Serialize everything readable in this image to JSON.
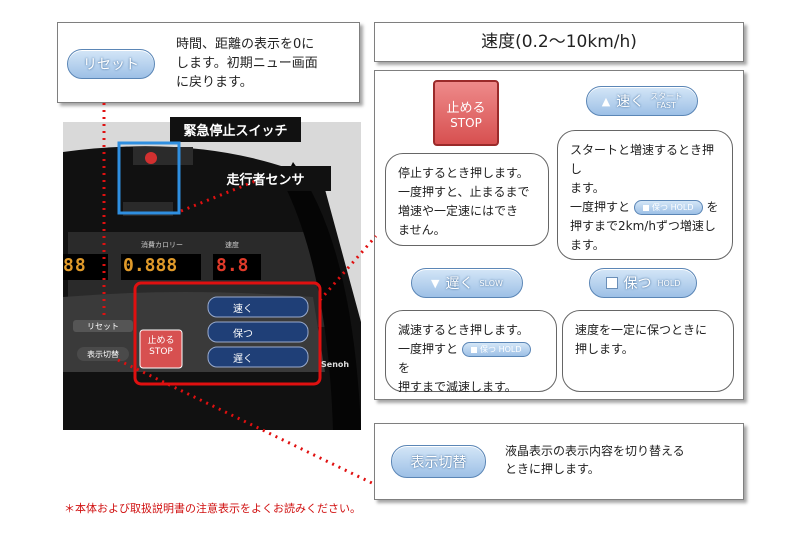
{
  "reset_box": {
    "button_label": "リセット",
    "desc_lines": [
      "時間、距離の表示を0に",
      "します。初期ニュー画面",
      "に戻ります。"
    ]
  },
  "photo_labels": {
    "emergency_stop": "緊急停止スイッチ",
    "runner_sensor": "走行者センサ"
  },
  "speed_panel": {
    "title": "速度(0.2〜10km/h)",
    "stop_button": {
      "line1": "止める",
      "line2": "STOP"
    },
    "fast_button": {
      "label": "速く",
      "sub1": "スタート",
      "sub2": "FAST"
    },
    "slow_button": {
      "label": "遅く",
      "sub": "SLOW"
    },
    "hold_button": {
      "label": "保つ",
      "sub": "HOLD"
    },
    "stop_desc": [
      "停止するとき押します。",
      "一度押すと、止まるまで",
      "増速や一定速にはでき",
      "ません。"
    ],
    "fast_desc_top": [
      "スタートと増速するとき押し",
      "ます。"
    ],
    "fast_desc_pre": "一度押すと",
    "fast_desc_post": "を",
    "fast_desc_bottom": [
      "押すまで2km/hずつ増速し",
      "ます。"
    ],
    "slow_desc_top": "減速するとき押します。",
    "slow_desc_pre": "一度押すと",
    "slow_desc_post": "を",
    "slow_desc_bottom": "押すまで減速します。",
    "hold_desc": [
      "速度を一定に保つときに",
      "押します。"
    ],
    "mini_hold": "保つ",
    "mini_hold_sub": "HOLD"
  },
  "display_box": {
    "button_label": "表示切替",
    "desc_lines": [
      "液晶表示の表示内容を切り替える",
      "ときに押します。"
    ]
  },
  "photo": {
    "digits1": "88",
    "digits2": "0.888",
    "digits3": "8.8",
    "label_calorie": "消費カロリー",
    "label_speed": "速度",
    "console_reset": "リセット",
    "console_display": "表示切替",
    "console_fast": "速く",
    "console_hold": "保つ",
    "console_slow": "遅く",
    "console_stop1": "止める",
    "console_stop2": "STOP",
    "brand": "Senoh"
  },
  "footnote": "＊本体および取扱説明書の注意表示をよくお読みください。",
  "colors": {
    "accent_red": "#e01010",
    "button_blue": "#9dc0e6",
    "stop_red": "#d75050"
  }
}
